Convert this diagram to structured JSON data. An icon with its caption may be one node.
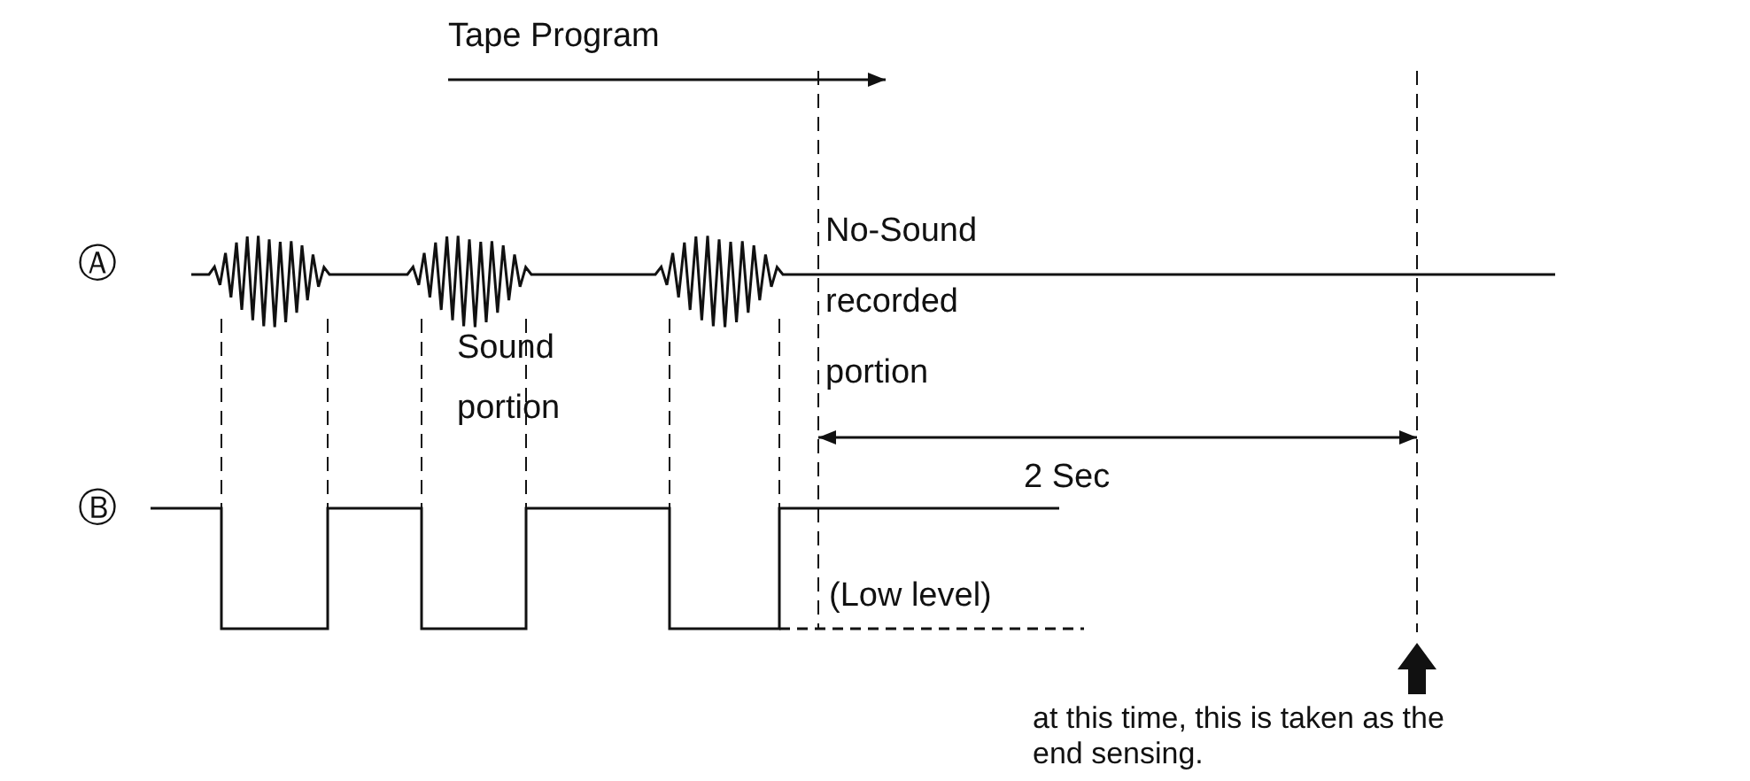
{
  "diagram": {
    "labels": [
      "Tape Program",
      "Ⓐ",
      "No-Sound recorded portion",
      "Sound portion",
      "2 Sec",
      "Ⓑ",
      "(Low level)",
      "at this time, this is taken as the end sensing."
    ]
  }
}
